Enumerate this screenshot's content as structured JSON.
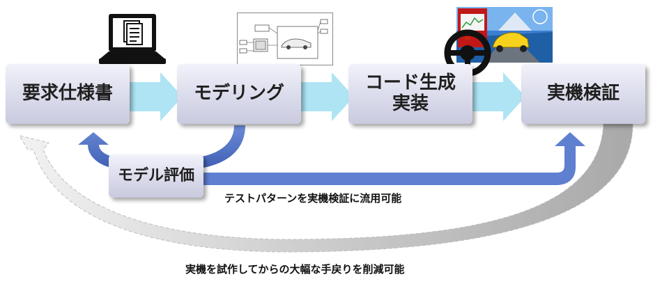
{
  "steps": {
    "requirements": "要求仕様書",
    "modeling": "モデリング",
    "codegen_line1": "コード生成",
    "codegen_line2": "実装",
    "hil": "実機検証",
    "model_eval": "モデル評価"
  },
  "captions": {
    "reuse_patterns": "テストパターンを実機検証に流用可能",
    "reduce_rework": "実機を試作してからの大幅な手戻りを削減可能"
  },
  "icons": {
    "laptop": "laptop-document-icon",
    "simulink": "simulink-model-icon",
    "simulator": "driving-simulator-icon",
    "wheel": "steering-wheel-icon"
  },
  "colors": {
    "light_arrow": "#aee4f4",
    "blue_arrow": "#5f7fd0",
    "gray_arrow": "#b9b9b9"
  }
}
